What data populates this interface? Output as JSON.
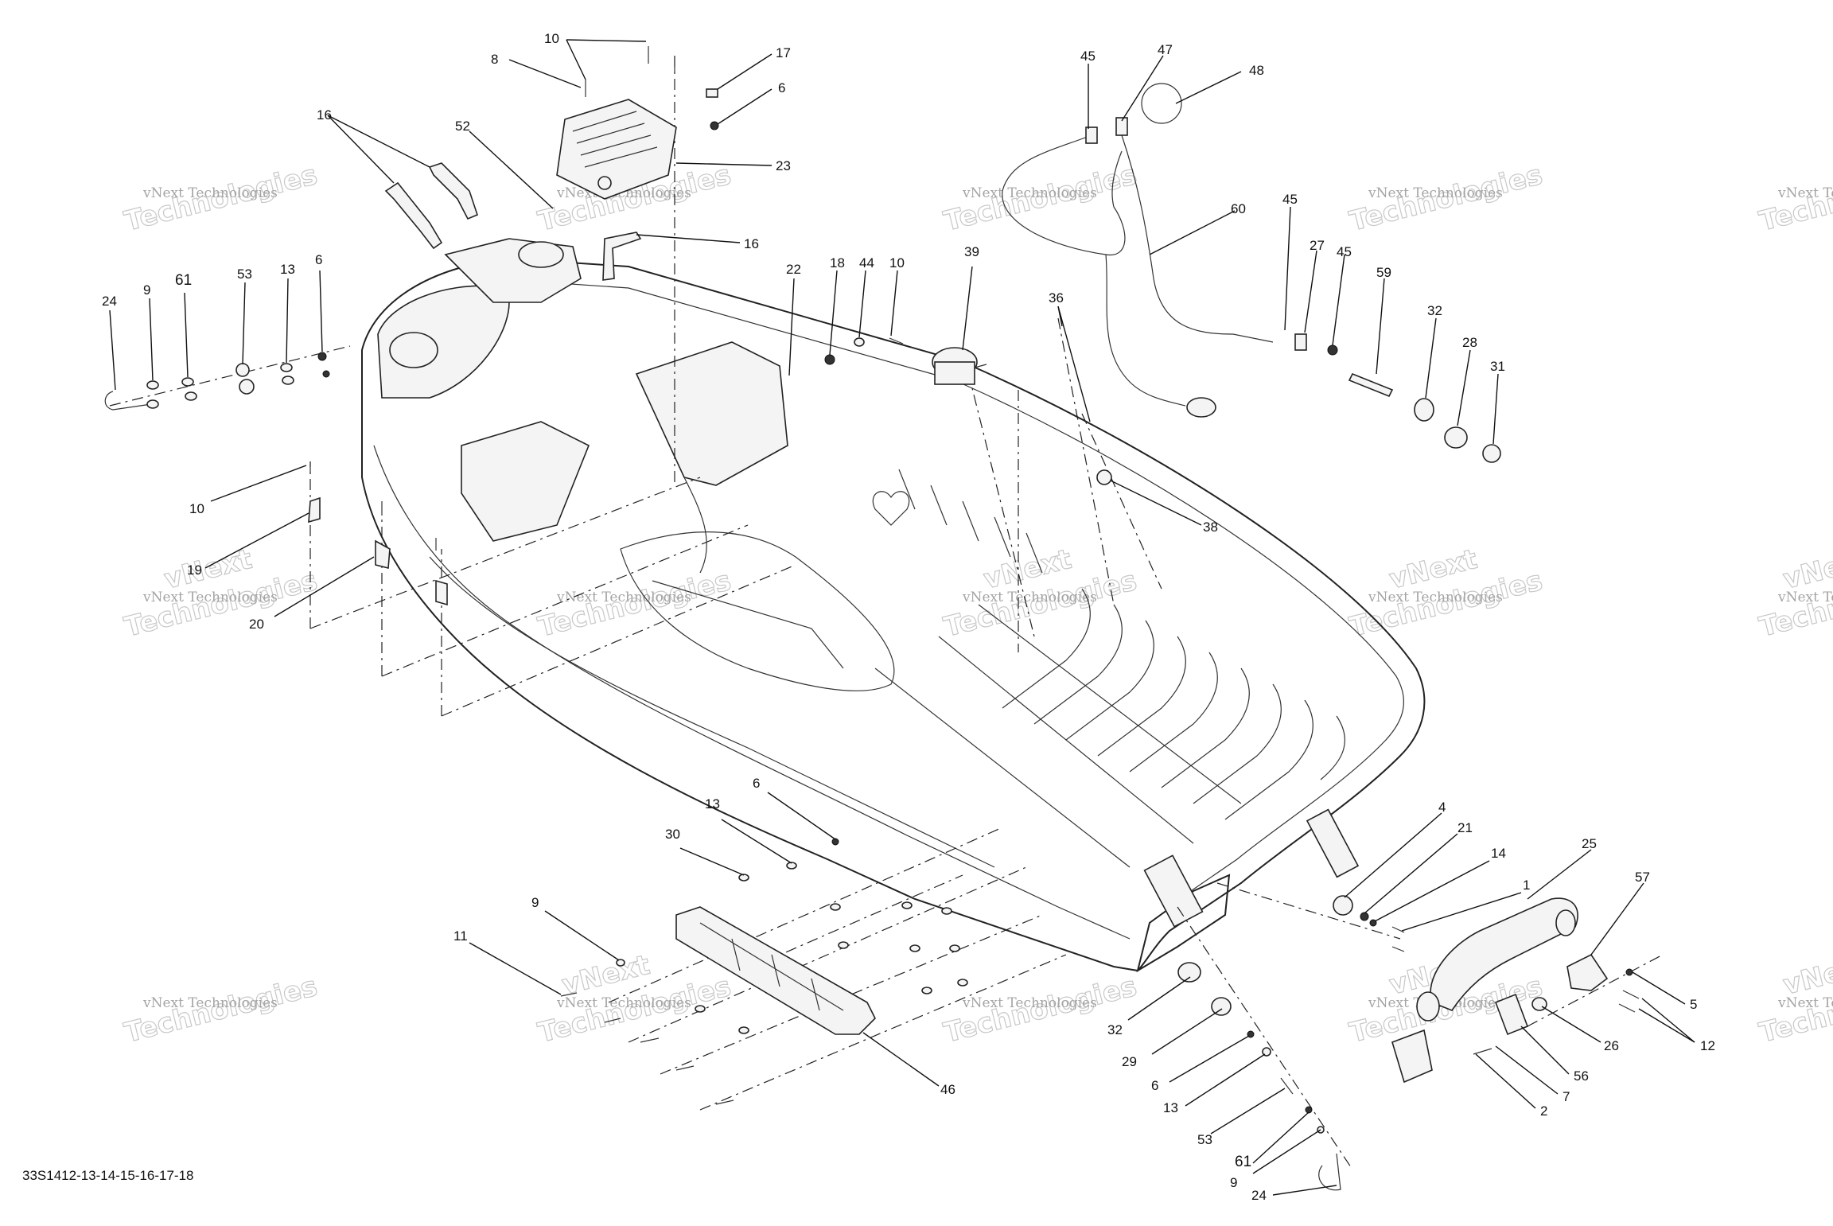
{
  "drawing_code": "33S1412-13-14-15-16-17-18",
  "watermark": {
    "line1": "vNext Technologies",
    "line2": "Technologies",
    "line3": "vNext"
  },
  "callouts": [
    {
      "text": "10"
    },
    {
      "text": "8"
    },
    {
      "text": "17"
    },
    {
      "text": "6"
    },
    {
      "text": "23"
    },
    {
      "text": "16"
    },
    {
      "text": "52"
    },
    {
      "text": "16"
    },
    {
      "text": "24"
    },
    {
      "text": "9"
    },
    {
      "text": "61"
    },
    {
      "text": "53"
    },
    {
      "text": "13"
    },
    {
      "text": "6"
    },
    {
      "text": "22"
    },
    {
      "text": "18"
    },
    {
      "text": "44"
    },
    {
      "text": "10"
    },
    {
      "text": "39"
    },
    {
      "text": "10"
    },
    {
      "text": "19"
    },
    {
      "text": "20"
    },
    {
      "text": "45"
    },
    {
      "text": "47"
    },
    {
      "text": "48"
    },
    {
      "text": "60"
    },
    {
      "text": "36"
    },
    {
      "text": "45"
    },
    {
      "text": "27"
    },
    {
      "text": "45"
    },
    {
      "text": "59"
    },
    {
      "text": "32"
    },
    {
      "text": "28"
    },
    {
      "text": "31"
    },
    {
      "text": "38"
    },
    {
      "text": "6"
    },
    {
      "text": "13"
    },
    {
      "text": "30"
    },
    {
      "text": "9"
    },
    {
      "text": "11"
    },
    {
      "text": "46"
    },
    {
      "text": "4"
    },
    {
      "text": "21"
    },
    {
      "text": "14"
    },
    {
      "text": "1"
    },
    {
      "text": "25"
    },
    {
      "text": "57"
    },
    {
      "text": "5"
    },
    {
      "text": "12"
    },
    {
      "text": "26"
    },
    {
      "text": "56"
    },
    {
      "text": "7"
    },
    {
      "text": "2"
    },
    {
      "text": "32"
    },
    {
      "text": "29"
    },
    {
      "text": "6"
    },
    {
      "text": "13"
    },
    {
      "text": "53"
    },
    {
      "text": "61"
    },
    {
      "text": "9"
    },
    {
      "text": "24"
    }
  ]
}
